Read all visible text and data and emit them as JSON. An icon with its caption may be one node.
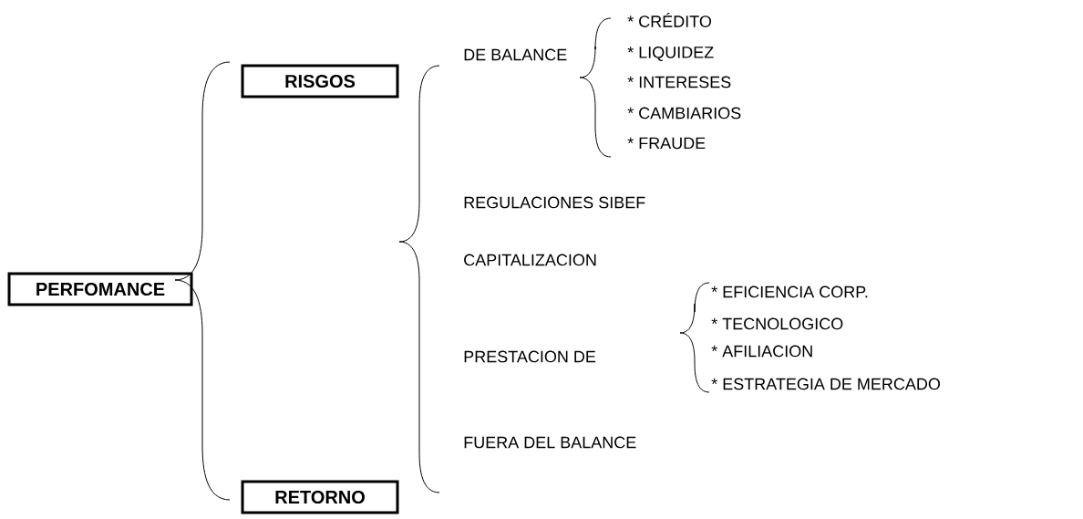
{
  "diagram": {
    "nodes": [
      {
        "text": [
          "PERFOMANCE"
        ]
      },
      {
        "text": [
          "RISGOS"
        ]
      },
      {
        "text": [
          "RETORNO"
        ]
      }
    ],
    "labels": [
      "DE BALANCE",
      "* CRÉDITO",
      "* LIQUIDEZ",
      "* INTERESES",
      "* CAMBIARIOS",
      "* FRAUDE",
      "REGULACIONES SIBEF",
      "CAPITALIZACION",
      "* EFICIENCIA CORP.",
      "* TECNOLOGICO",
      "PRESTACION DE",
      "* AFILIACION",
      "* ESTRATEGIA DE MERCADO",
      "FUERA DEL BALANCE"
    ]
  }
}
